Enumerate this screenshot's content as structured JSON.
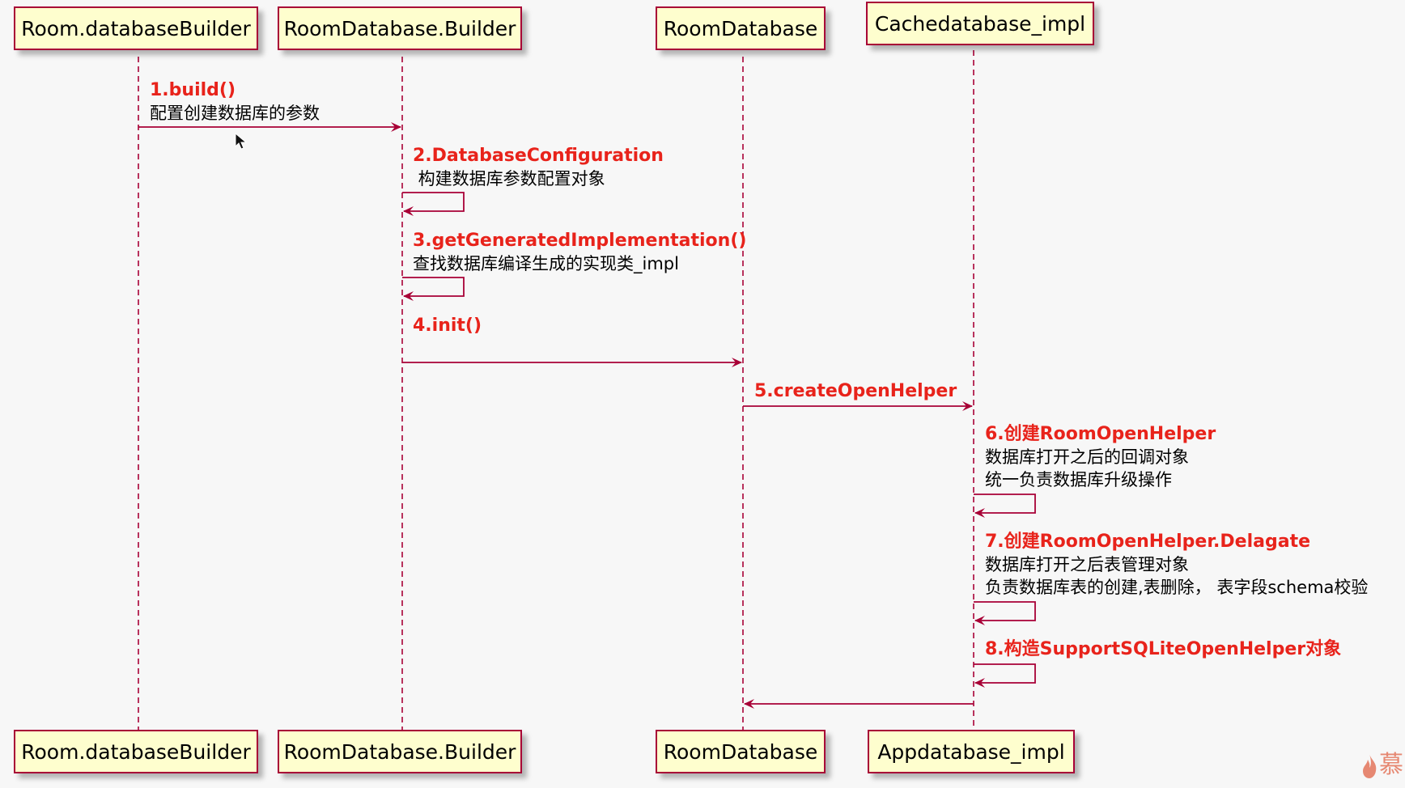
{
  "participants_top": [
    {
      "label": "Room.databaseBuilder"
    },
    {
      "label": "RoomDatabase.Builder"
    },
    {
      "label": "RoomDatabase"
    },
    {
      "label": "Cachedatabase_impl"
    }
  ],
  "participants_bottom": [
    {
      "label": "Room.databaseBuilder"
    },
    {
      "label": "RoomDatabase.Builder"
    },
    {
      "label": "RoomDatabase"
    },
    {
      "label": "Appdatabase_impl"
    }
  ],
  "messages": [
    {
      "title": "1.build()",
      "lines": [
        "配置创建数据库的参数"
      ]
    },
    {
      "title": "2.DatabaseConfiguration",
      "lines": [
        " 构建数据库参数配置对象"
      ]
    },
    {
      "title": "3.getGeneratedImplementation()",
      "lines": [
        "查找数据库编译生成的实现类_impl"
      ]
    },
    {
      "title": "4.init()",
      "lines": []
    },
    {
      "title": "5.createOpenHelper",
      "lines": []
    },
    {
      "title": "6.创建RoomOpenHelper",
      "lines": [
        "数据库打开之后的回调对象",
        "统一负责数据库升级操作"
      ]
    },
    {
      "title": "7.创建RoomOpenHelper.Delagate",
      "lines": [
        "数据库打开之后表管理对象",
        "负责数据库表的创建,表删除， 表字段schema校验"
      ]
    },
    {
      "title": "8.构造SupportSQLiteOpenHelper对象",
      "lines": []
    }
  ],
  "colors": {
    "arrow": "#a80036",
    "participant_fill": "#fefece",
    "participant_border": "#a80036",
    "title_text": "#e8231b"
  },
  "watermark_glyph": "慕",
  "icons": {
    "cursor": "mouse-pointer-icon",
    "watermark": "flame-logo-icon"
  }
}
